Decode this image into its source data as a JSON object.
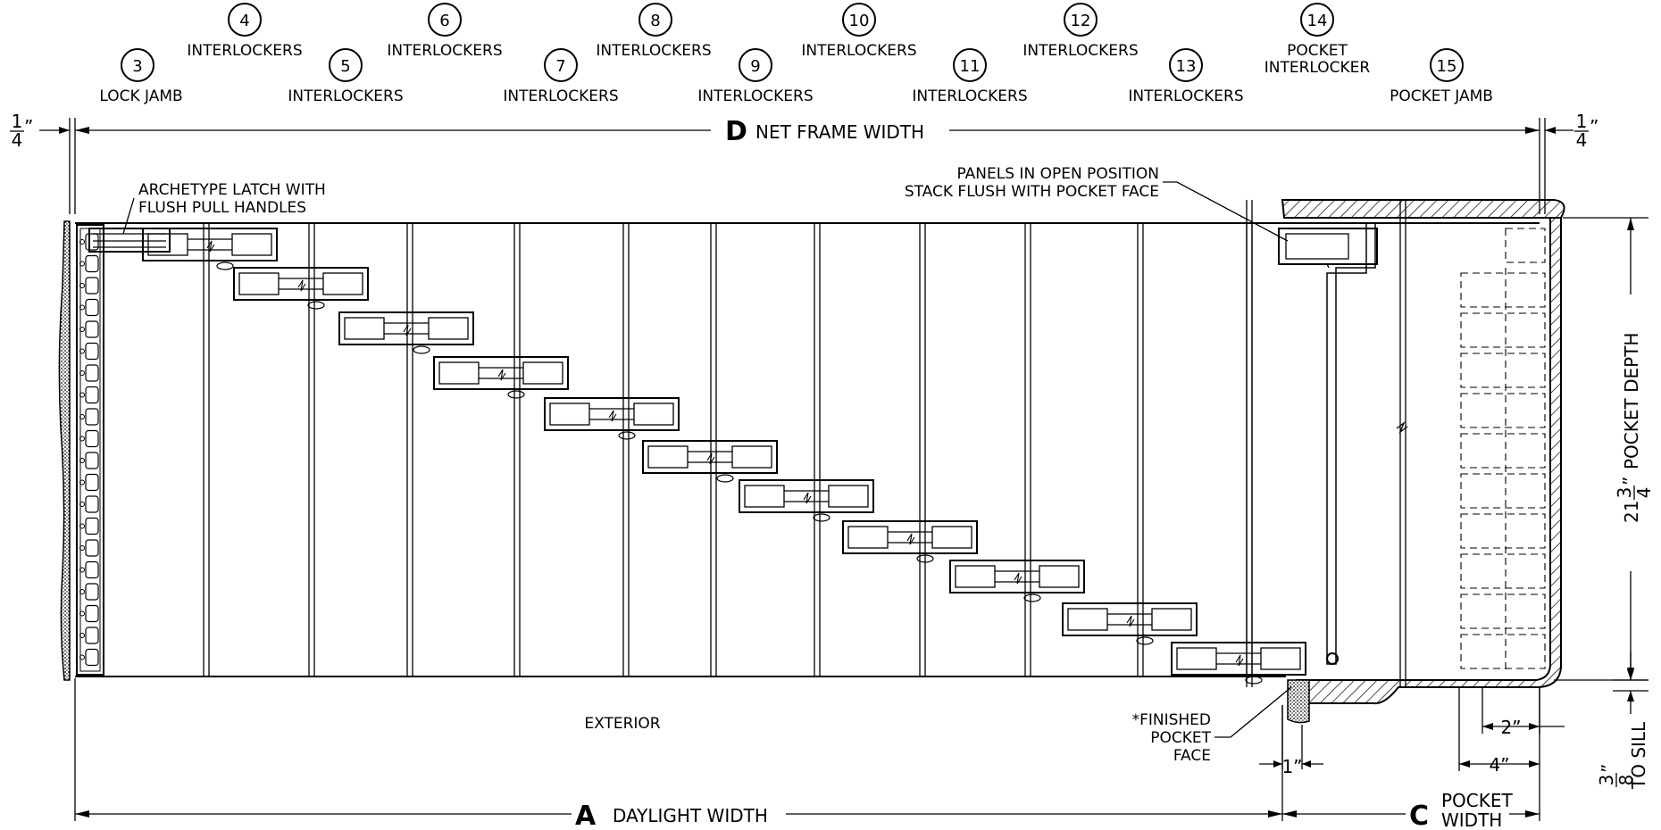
{
  "callouts": [
    {
      "num": "3",
      "label": "LOCK JAMB"
    },
    {
      "num": "4",
      "label": "INTERLOCKERS"
    },
    {
      "num": "5",
      "label": "INTERLOCKERS"
    },
    {
      "num": "6",
      "label": "INTERLOCKERS"
    },
    {
      "num": "7",
      "label": "INTERLOCKERS"
    },
    {
      "num": "8",
      "label": "INTERLOCKERS"
    },
    {
      "num": "9",
      "label": "INTERLOCKERS"
    },
    {
      "num": "10",
      "label": "INTERLOCKERS"
    },
    {
      "num": "11",
      "label": "INTERLOCKERS"
    },
    {
      "num": "12",
      "label": "INTERLOCKERS"
    },
    {
      "num": "13",
      "label": "INTERLOCKERS"
    },
    {
      "num": "14",
      "label_line1": "POCKET",
      "label_line2": "INTERLOCKER"
    },
    {
      "num": "15",
      "label": "POCKET JAMB"
    }
  ],
  "dimensions": {
    "net_frame": {
      "letter": "D",
      "text": "NET FRAME WIDTH"
    },
    "daylight": {
      "letter": "A",
      "text": "DAYLIGHT WIDTH"
    },
    "pocket_width": {
      "letter": "C",
      "line1": "POCKET",
      "line2": "WIDTH"
    },
    "quarter_num": "1",
    "quarter_den": "4",
    "inch": "”",
    "pocket_depth_whole": "21",
    "pocket_depth_num": "3",
    "pocket_depth_den": "4",
    "pocket_depth_inch": "”",
    "pocket_depth_text": "POCKET DEPTH",
    "two_inch": "2”",
    "four_inch": "4”",
    "one_inch": "1”",
    "sill_num": "3",
    "sill_den": "8",
    "sill_text": "TO SILL"
  },
  "notes": {
    "latch_line1": "ARCHETYPE LATCH WITH",
    "latch_line2": "FLUSH PULL HANDLES",
    "panels_line1": "PANELS IN OPEN POSITION",
    "panels_line2": "STACK FLUSH WITH POCKET FACE",
    "exterior": "EXTERIOR",
    "finished_line1": "*FINISHED",
    "finished_line2": "POCKET",
    "finished_line3": "FACE"
  }
}
